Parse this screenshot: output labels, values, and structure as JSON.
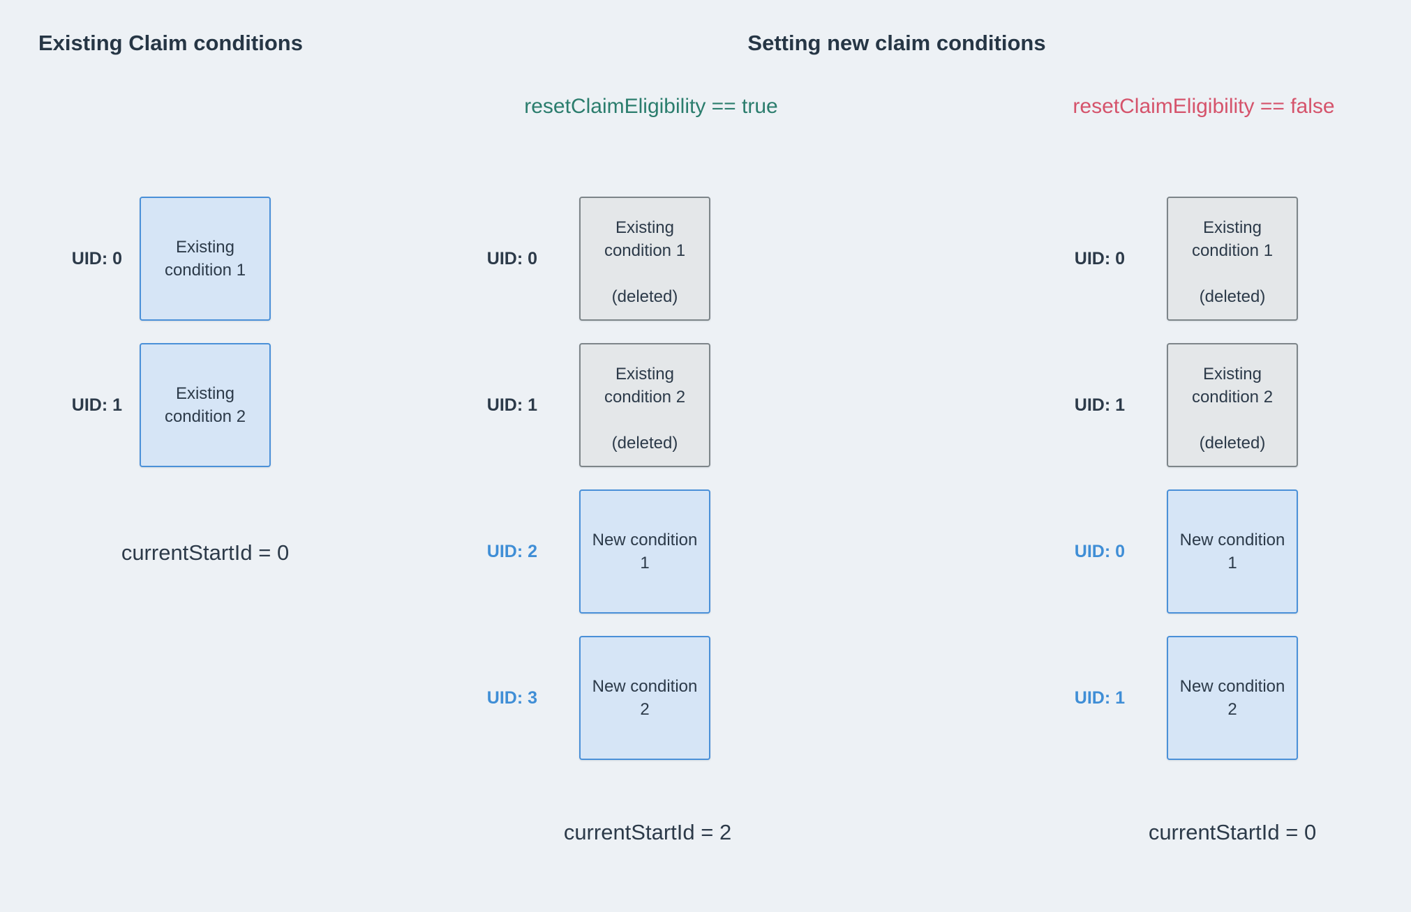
{
  "colors": {
    "background": "#edf1f5",
    "dark_text": "#2c3a49",
    "blue_uid_text": "#3f8ed6",
    "green_subtitle": "#2b7d6d",
    "red_subtitle": "#d5536b",
    "blue_box_fill": "#d6e5f6",
    "blue_box_border": "#4a90d8",
    "gray_box_fill": "#e4e7e9",
    "gray_box_border": "#7d8589"
  },
  "existing_section": {
    "title": "Existing Claim conditions",
    "rows": [
      {
        "uid": "UID: 0",
        "label": "Existing condition 1"
      },
      {
        "uid": "UID: 1",
        "label": "Existing condition 2"
      }
    ],
    "footer": "currentStartId = 0"
  },
  "new_section": {
    "title": "Setting new claim conditions",
    "scenario_true": {
      "subtitle": "resetClaimEligibility == true",
      "rows": [
        {
          "uid": "UID: 0",
          "label": "Existing condition 1",
          "note": "(deleted)"
        },
        {
          "uid": "UID: 1",
          "label": "Existing condition 2",
          "note": "(deleted)"
        },
        {
          "uid": "UID: 2",
          "label": "New condition 1"
        },
        {
          "uid": "UID: 3",
          "label": "New condition 2"
        }
      ],
      "footer": "currentStartId = 2"
    },
    "scenario_false": {
      "subtitle": "resetClaimEligibility == false",
      "rows": [
        {
          "uid": "UID: 0",
          "label": "Existing condition 1",
          "note": "(deleted)"
        },
        {
          "uid": "UID: 1",
          "label": "Existing condition 2",
          "note": "(deleted)"
        },
        {
          "uid": "UID: 0",
          "label": "New condition 1"
        },
        {
          "uid": "UID: 1",
          "label": "New condition 2"
        }
      ],
      "footer": "currentStartId = 0"
    }
  }
}
